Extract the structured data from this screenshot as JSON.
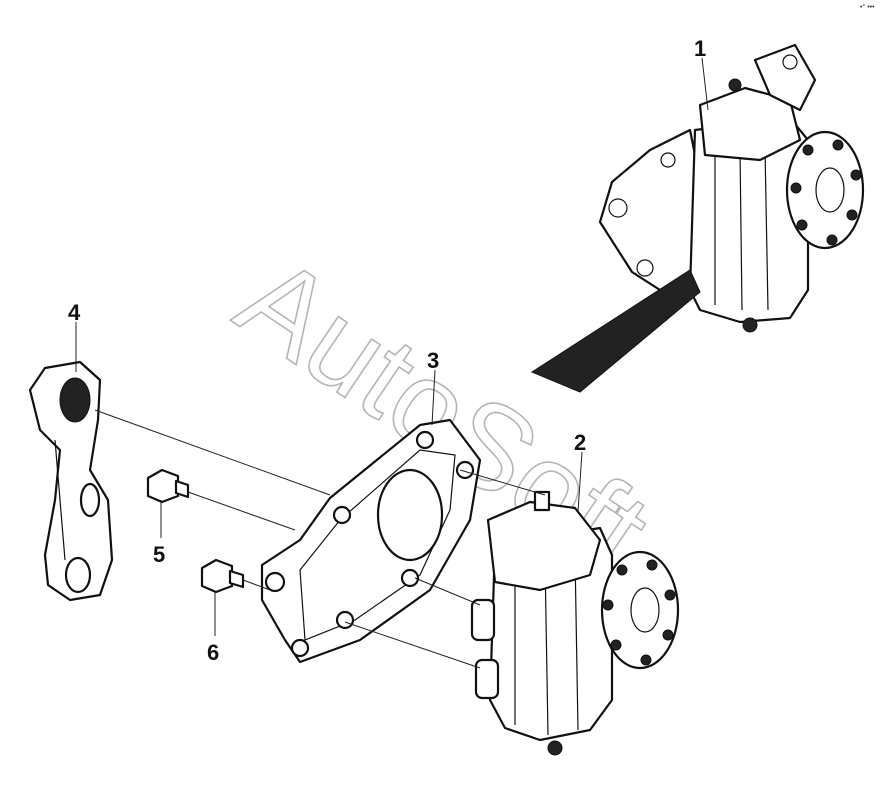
{
  "corner_mark": "•° •••",
  "watermark": "AutoSoft",
  "callouts": [
    {
      "id": "1",
      "label": "1"
    },
    {
      "id": "2",
      "label": "2"
    },
    {
      "id": "3",
      "label": "3"
    },
    {
      "id": "4",
      "label": "4"
    },
    {
      "id": "5",
      "label": "5"
    },
    {
      "id": "6",
      "label": "6"
    }
  ],
  "colors": {
    "line": "#111111",
    "watermark": "#b5b5b5",
    "background": "#ffffff"
  }
}
